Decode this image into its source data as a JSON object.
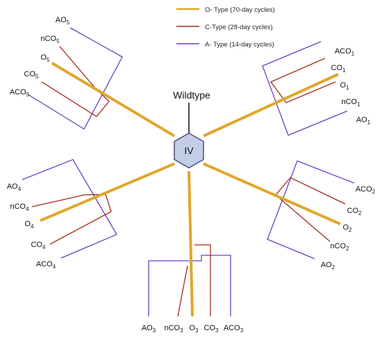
{
  "legend": [
    {
      "label": "O- Type (70-day cycles)",
      "color": "#e0a62c"
    },
    {
      "label": "C-Type (28-day cycles)",
      "color": "#a52a1a"
    },
    {
      "label": "A- Type (14-day cycles)",
      "color": "#6a3fc4"
    }
  ],
  "root_label": "Wildtype",
  "center_label": "IV",
  "colors": {
    "o_type": "#e0a62c",
    "c_type": "#a52a1a",
    "a_type": "#6a3fc4",
    "hex_fill": "#c3cde6",
    "hex_stroke": "#48526e"
  },
  "labels": {
    "b1": {
      "aco": "ACO",
      "co": "CO",
      "o": "O",
      "nco": "nCO",
      "ao": "AO",
      "sub": "1"
    },
    "b2": {
      "aco": "ACO",
      "co": "CO",
      "o": "O",
      "nco": "nCO",
      "ao": "AO",
      "sub": "2"
    },
    "b3": {
      "ao": "AO",
      "nco": "nCO",
      "o": "O",
      "co": "CO",
      "aco": "ACO",
      "sub": "3"
    },
    "b4": {
      "ao": "AO",
      "nco": "nCO",
      "o": "O",
      "co": "CO",
      "aco": "ACO",
      "sub": "4"
    },
    "b5": {
      "ao": "AO",
      "nco": "nCO",
      "o": "O",
      "co": "CO",
      "aco": "ACO",
      "sub": "5"
    }
  }
}
